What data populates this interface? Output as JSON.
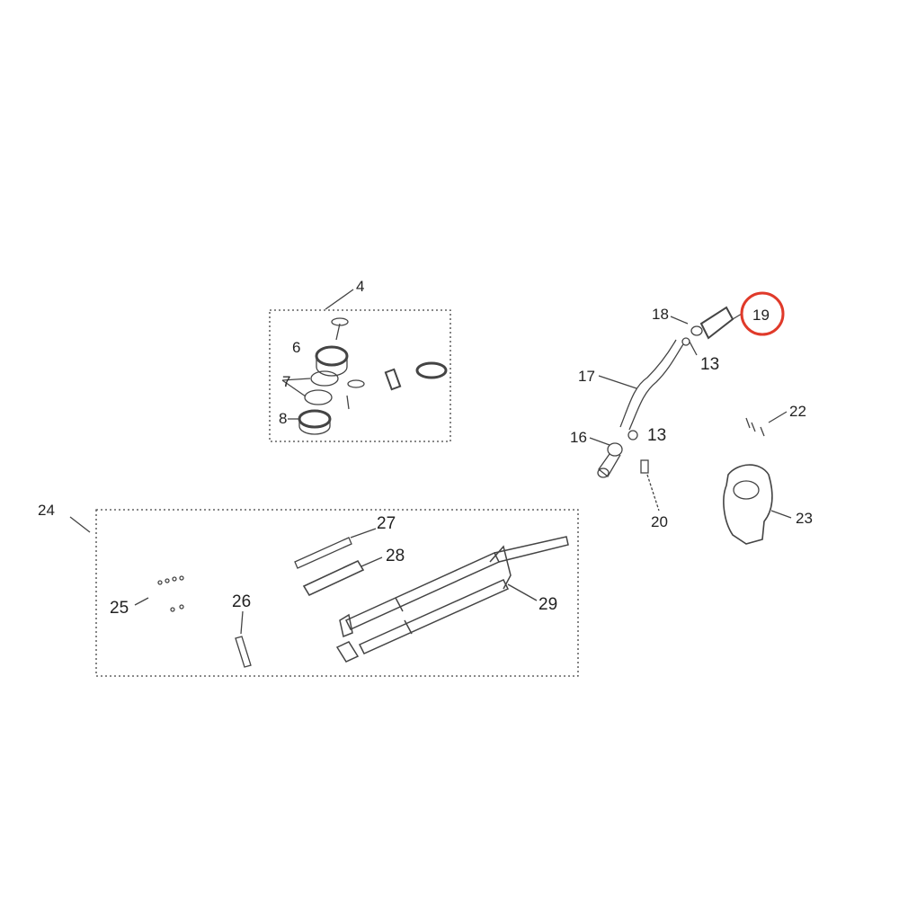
{
  "labels": {
    "l4": "4",
    "l6": "6",
    "l7": "7",
    "l8": "8",
    "l13a": "13",
    "l13b": "13",
    "l16": "16",
    "l17": "17",
    "l18": "18",
    "l19": "19",
    "l20": "20",
    "l22": "22",
    "l23": "23",
    "l24": "24",
    "l25": "25",
    "l26": "26",
    "l27": "27",
    "l28": "28",
    "l29": "29"
  },
  "highlight": {
    "part": "19",
    "color": "#e03a2a"
  }
}
